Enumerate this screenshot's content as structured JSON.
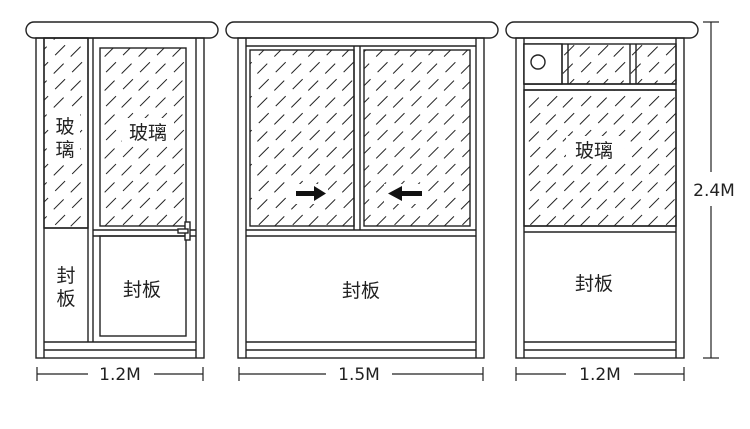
{
  "colors": {
    "line": "#222222",
    "background": "#ffffff"
  },
  "panels": {
    "left": {
      "upper_left_label": [
        "玻",
        "璃"
      ],
      "upper_right_label": "玻璃",
      "lower_left_label": [
        "封",
        "板"
      ],
      "lower_right_label": "封板",
      "width_label": "1.2M"
    },
    "middle": {
      "lower_label": "封板",
      "width_label": "1.5M",
      "arrows": [
        "arrow-right-icon",
        "arrow-left-icon"
      ]
    },
    "right": {
      "upper_label": "玻璃",
      "lower_label": "封板",
      "width_label": "1.2M"
    }
  },
  "height_label": "2.4M"
}
